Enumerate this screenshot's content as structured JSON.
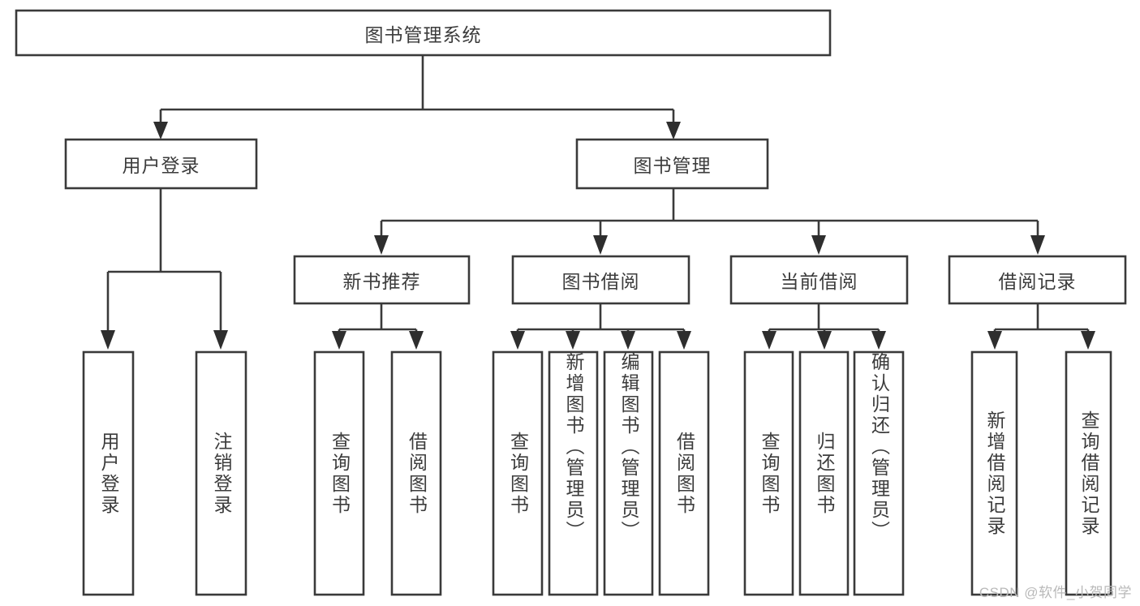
{
  "diagram": {
    "type": "tree",
    "title": "图书管理系统",
    "watermark": "CSDN @软件_小贺同学",
    "colors": {
      "box_stroke": "#3a3a3a",
      "box_fill": "#ffffff",
      "text": "#3c3c3c",
      "connector": "#3a3a3a",
      "watermark": "#b9b9b9",
      "background": "#ffffff"
    },
    "root": {
      "label": "图书管理系统"
    },
    "level2": [
      {
        "label": "用户登录"
      },
      {
        "label": "图书管理"
      }
    ],
    "level3": [
      {
        "label": "新书推荐"
      },
      {
        "label": "图书借阅"
      },
      {
        "label": "当前借阅"
      },
      {
        "label": "借阅记录"
      }
    ],
    "leaves": {
      "user_login": [
        {
          "label": "用户登录"
        },
        {
          "label": "注销登录"
        }
      ],
      "new_book_recommend": [
        {
          "label": "查询图书"
        },
        {
          "label": "借阅图书"
        }
      ],
      "book_borrow": [
        {
          "label": "查询图书"
        },
        {
          "label": "新增图书（管理员）"
        },
        {
          "label": "编辑图书（管理员）"
        },
        {
          "label": "借阅图书"
        }
      ],
      "current_borrow": [
        {
          "label": "查询图书"
        },
        {
          "label": "归还图书"
        },
        {
          "label": "确认归还（管理员）"
        }
      ],
      "borrow_record": [
        {
          "label": "新增借阅记录"
        },
        {
          "label": "查询借阅记录"
        }
      ]
    }
  }
}
